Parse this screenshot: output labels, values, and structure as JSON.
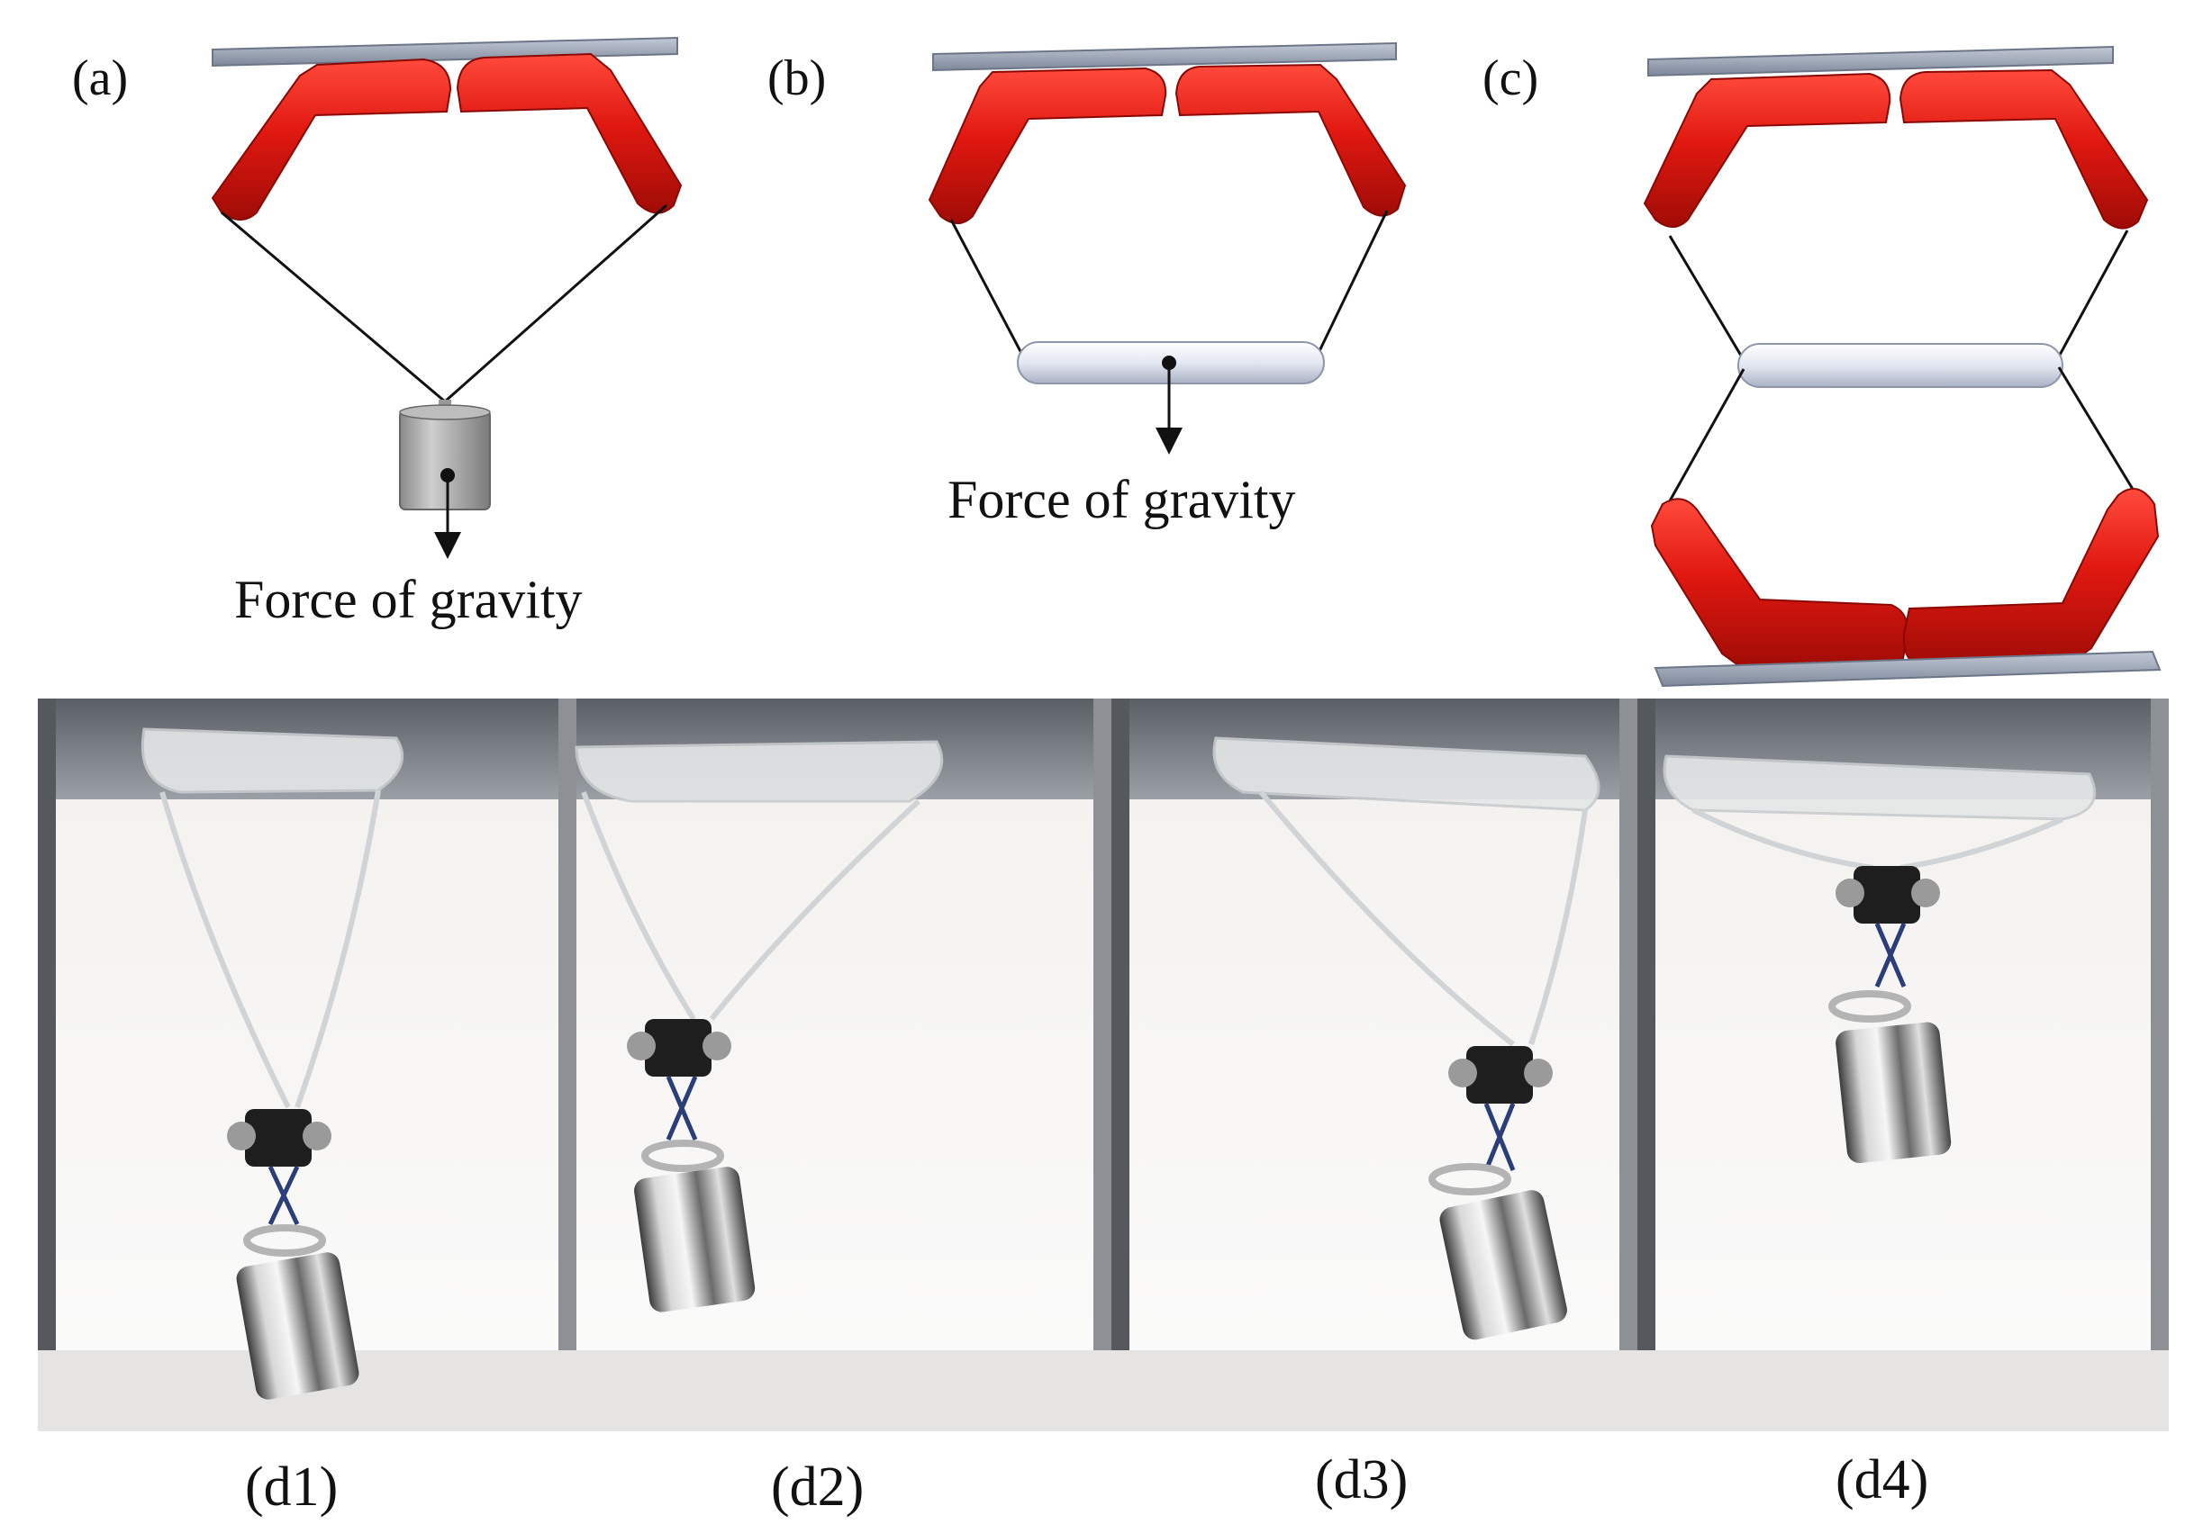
{
  "figure": {
    "panels": [
      {
        "label": "(a)",
        "caption": "Force of gravity"
      },
      {
        "label": "(b)",
        "caption": "Force of gravity"
      },
      {
        "label": "(c)",
        "caption": ""
      }
    ],
    "photos": [
      {
        "label": "(d1)"
      },
      {
        "label": "(d2)"
      },
      {
        "label": "(d3)"
      },
      {
        "label": "(d4)"
      }
    ]
  },
  "colors": {
    "actuator_red": "#e01810",
    "actuator_dark": "#9a0a06",
    "plate_gray": "#9aa4b4",
    "rod_light": "#dde2ee",
    "weight_gray": "#9b9b9b",
    "photo_bg": "#efedeb"
  }
}
